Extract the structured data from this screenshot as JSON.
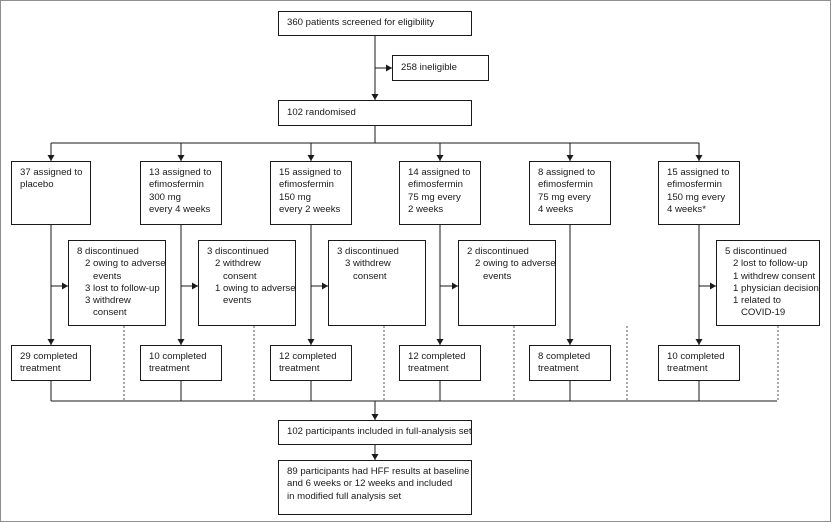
{
  "screened": [
    "360 patients screened for eligibility"
  ],
  "ineligible": [
    "258 ineligible"
  ],
  "randomised": [
    "102 randomised"
  ],
  "arms": [
    {
      "assigned": [
        "37 assigned to",
        "placebo"
      ],
      "discontinued": [
        "8 discontinued",
        "2 owing to adverse",
        "events",
        "3 lost to follow-up",
        "3 withdrew",
        "consent"
      ],
      "discontinued_indent": [
        0,
        1,
        2,
        1,
        1,
        2
      ],
      "completed": [
        "29 completed",
        "treatment"
      ]
    },
    {
      "assigned": [
        "13 assigned to",
        "efimosfermin",
        "300 mg",
        "every 4 weeks"
      ],
      "discontinued": [
        "3 discontinued",
        "2 withdrew",
        "consent",
        "1 owing to adverse",
        "events"
      ],
      "discontinued_indent": [
        0,
        1,
        2,
        1,
        2
      ],
      "completed": [
        "10 completed",
        "treatment"
      ]
    },
    {
      "assigned": [
        "15 assigned to",
        "efimosfermin",
        "150 mg",
        "every 2 weeks"
      ],
      "discontinued": [
        "3 discontinued",
        "3 withdrew",
        "consent"
      ],
      "discontinued_indent": [
        0,
        1,
        2
      ],
      "completed": [
        "12 completed",
        "treatment"
      ]
    },
    {
      "assigned": [
        "14 assigned to",
        "efimosfermin",
        "75 mg every",
        "2 weeks"
      ],
      "discontinued": [
        "2 discontinued",
        "2 owing to adverse",
        "events"
      ],
      "discontinued_indent": [
        0,
        1,
        2
      ],
      "completed": [
        "12 completed",
        "treatment"
      ]
    },
    {
      "assigned": [
        "8 assigned to",
        "efimosfermin",
        "75 mg every",
        "4 weeks"
      ],
      "discontinued": [],
      "discontinued_indent": [],
      "completed": [
        "8 completed",
        "treatment"
      ]
    },
    {
      "assigned": [
        "15 assigned to",
        "efimosfermin",
        "150 mg every",
        "4 weeks*"
      ],
      "discontinued": [
        "5 discontinued",
        "2 lost to follow-up",
        "1 withdrew consent",
        "1 physician decision",
        "1 related to",
        "COVID-19"
      ],
      "discontinued_indent": [
        0,
        1,
        1,
        1,
        1,
        2
      ],
      "completed": [
        "10 completed",
        "treatment"
      ]
    }
  ],
  "full_analysis": [
    "102 participants included in full-analysis set"
  ],
  "modified_analysis": [
    "89 participants had HFF results at baseline",
    "and 6 weeks or 12 weeks and included",
    "in modified full analysis set"
  ]
}
